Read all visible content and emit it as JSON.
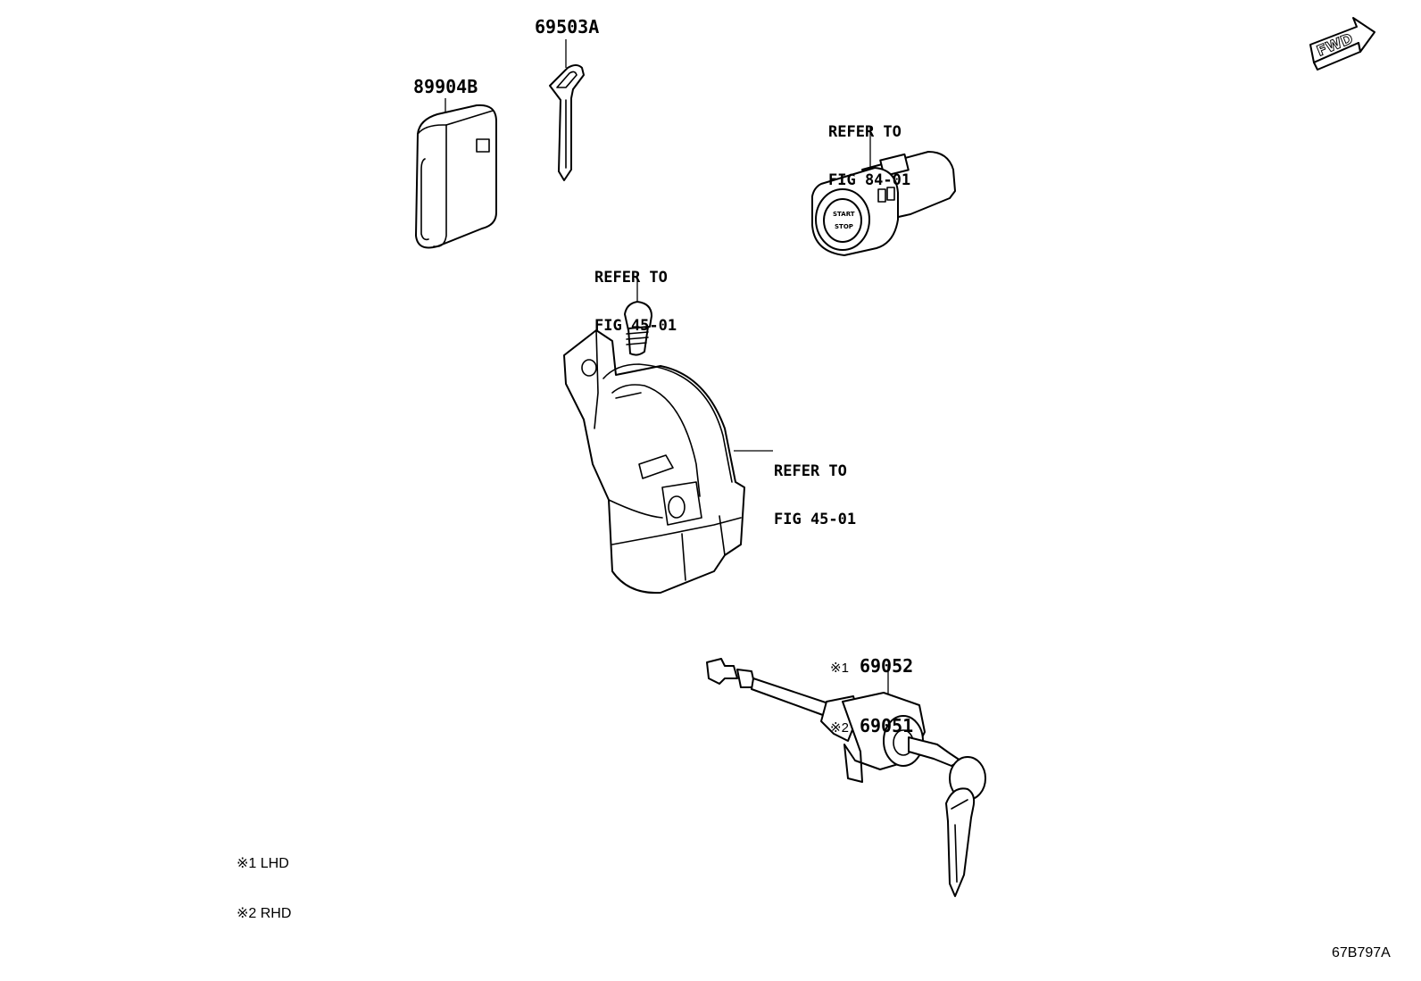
{
  "diagram": {
    "fwd_label": "FWD",
    "figure_id": "67B797A",
    "parts": {
      "smart_key": "89904B",
      "mechanical_key": "69503A",
      "door_lock_cylinder": {
        "lhd_mark": "※1",
        "lhd_part": "69052",
        "rhd_mark": "※2",
        "rhd_part": "69051"
      }
    },
    "references": {
      "start_switch": {
        "line1": "REFER TO",
        "line2": "FIG 84-01"
      },
      "ignition_pin": {
        "line1": "REFER TO",
        "line2": "FIG 45-01"
      },
      "steering_lock": {
        "line1": "REFER TO",
        "line2": "FIG 45-01"
      }
    },
    "legend": [
      "※1 LHD",
      "※2 RHD"
    ],
    "button_text": [
      "START",
      "STOP"
    ]
  }
}
